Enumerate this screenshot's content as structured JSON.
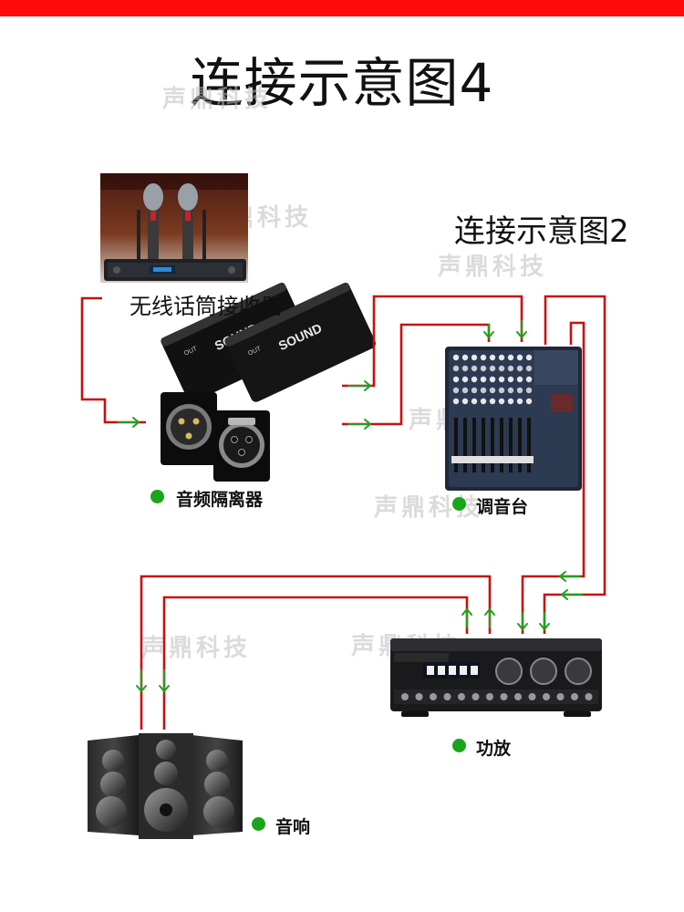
{
  "colors": {
    "top_bar": "#ff0a0a",
    "wire": "#c81010",
    "arrow": "#1ea01e",
    "dot": "#1aa51a"
  },
  "title": "连接示意图4",
  "subtitle": "连接示意图2",
  "devices": {
    "receiver": {
      "label": "无线话筒接收器",
      "icon": "wireless-mic-receiver"
    },
    "isolator": {
      "label": "音频隔离器",
      "icon": "audio-isolator"
    },
    "mixer": {
      "label": "调音台",
      "icon": "mixer-console"
    },
    "amplifier": {
      "label": "功放",
      "icon": "power-amplifier"
    },
    "speakers": {
      "label": "音响",
      "icon": "speakers"
    }
  },
  "device_print": {
    "isolator_brand": "SOUND",
    "isolator_port": "OUT"
  },
  "watermark": "声鼎科技"
}
